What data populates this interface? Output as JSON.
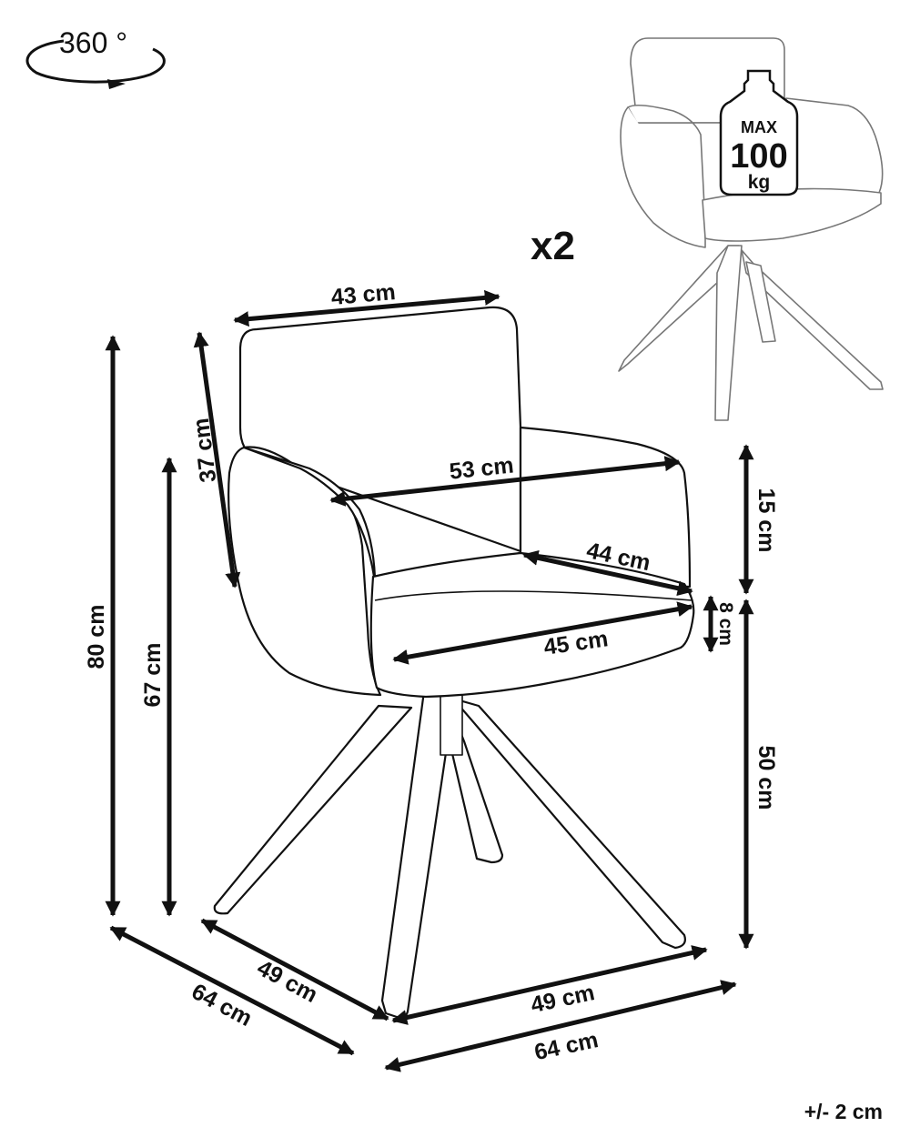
{
  "rotation": {
    "label": "360 °"
  },
  "load_badge": {
    "line1": "MAX",
    "line2": "100",
    "line3": "kg"
  },
  "quantity": "x2",
  "tolerance": "+/- 2 cm",
  "dimensions": {
    "backrest_width": "43 cm",
    "backrest_height": "37 cm",
    "armrest_width": "53 cm",
    "armrest_height": "15 cm",
    "seat_depth": "44 cm",
    "seat_width": "45 cm",
    "seat_thickness": "8 cm",
    "seat_height": "50 cm",
    "total_height": "80 cm",
    "armrest_floor_height": "67 cm",
    "base_depth_inner": "49 cm",
    "base_depth_outer": "64 cm",
    "base_width_inner": "49 cm",
    "base_width_outer": "64 cm"
  }
}
